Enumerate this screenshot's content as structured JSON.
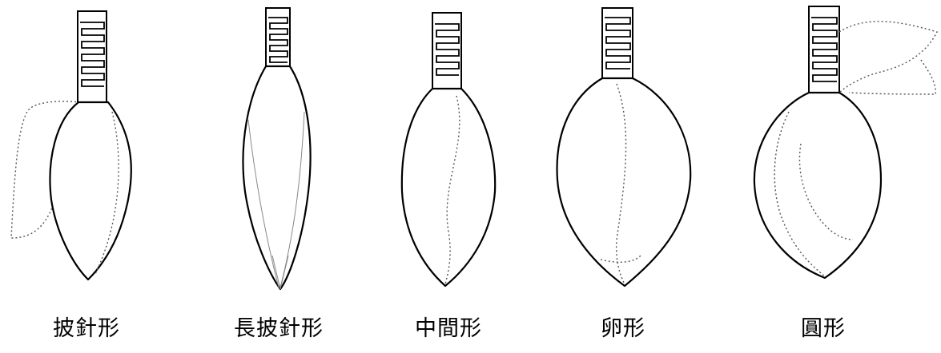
{
  "shapes": [
    {
      "name": "披針形"
    },
    {
      "name": "長披針形"
    },
    {
      "name": "中間形"
    },
    {
      "name": "卵形"
    },
    {
      "name": "圓形"
    }
  ]
}
